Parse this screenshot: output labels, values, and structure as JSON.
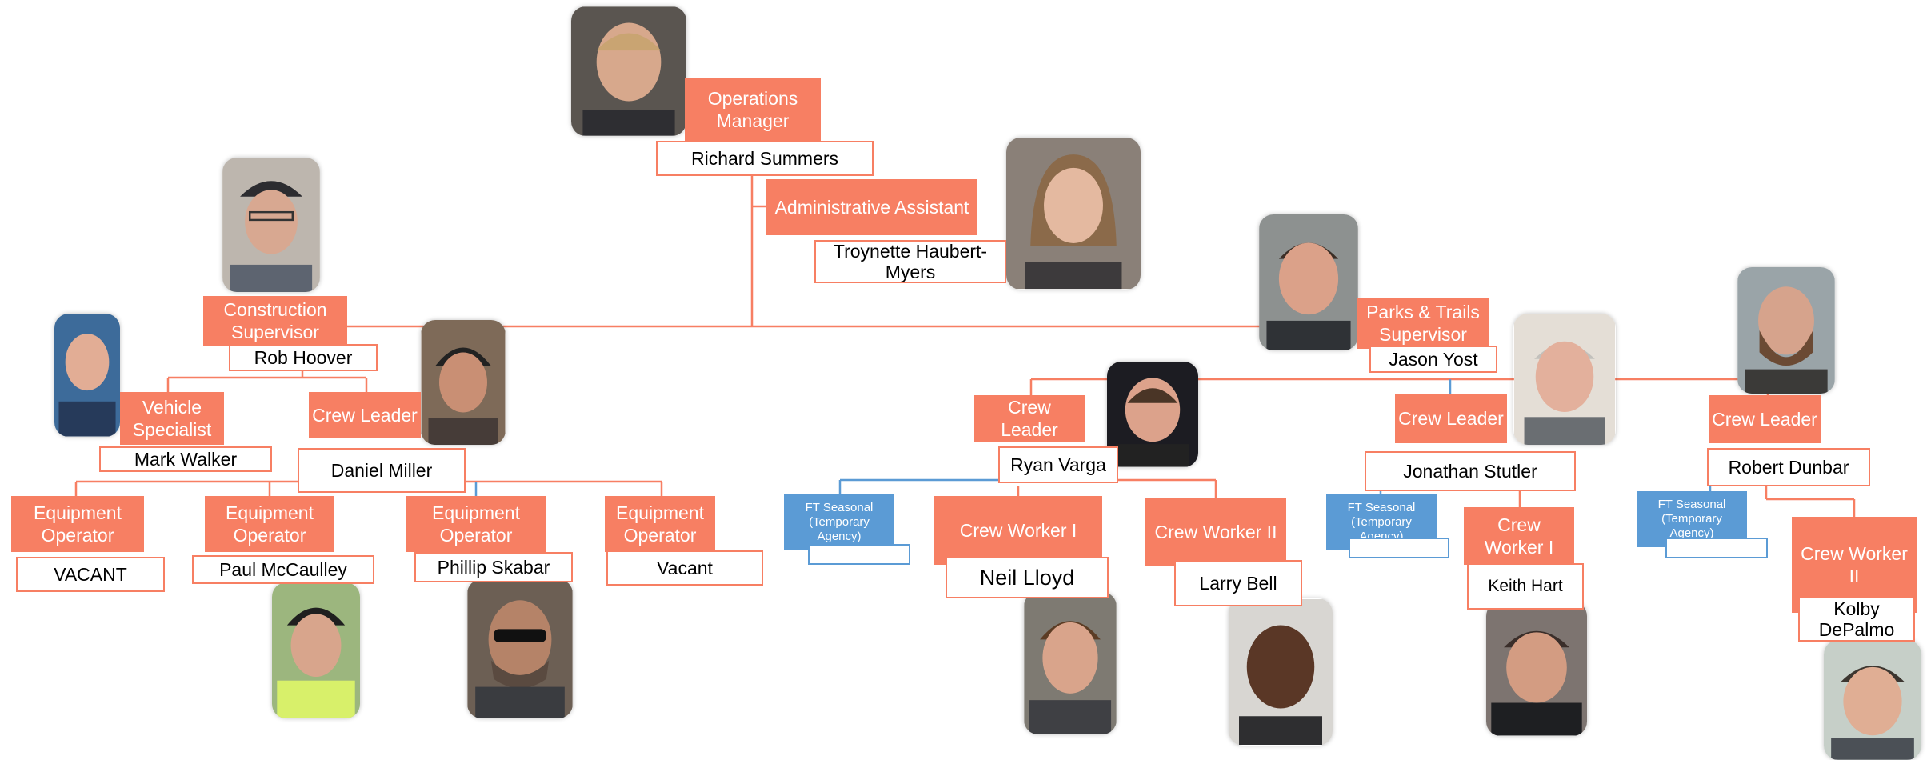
{
  "colors": {
    "title_fill": "#f77f63",
    "name_border": "#f77f63",
    "seasonal_fill": "#5b9bd5",
    "line": "#f77f63",
    "line_blue": "#5b9bd5"
  },
  "chart_data": {
    "type": "diagram",
    "nodes": {
      "ops_manager": {
        "title": "Operations Manager",
        "name": "Richard Summers"
      },
      "admin": {
        "title": "Administrative Assistant",
        "name": "Troynette Haubert-Myers"
      },
      "construction": {
        "title": "Construction Supervisor",
        "name": "Rob Hoover"
      },
      "vehicle": {
        "title": "Vehicle Specialist",
        "name": "Mark Walker"
      },
      "crew_miller": {
        "title": "Crew Leader",
        "name": "Daniel Miller"
      },
      "eq1": {
        "title": "Equipment Operator",
        "name": "VACANT"
      },
      "eq2": {
        "title": "Equipment Operator",
        "name": "Paul McCaulley"
      },
      "eq3": {
        "title": "Equipment Operator",
        "name": "Phillip Skabar"
      },
      "eq4": {
        "title": "Equipment Operator",
        "name": "Vacant"
      },
      "parks": {
        "title": "Parks & Trails Supervisor",
        "name": "Jason Yost"
      },
      "crew_varga": {
        "title": "Crew Leader",
        "name": "Ryan Varga"
      },
      "season1": {
        "title": "FT Seasonal (Temporary Agency)",
        "name": ""
      },
      "cw_lloyd": {
        "title": "Crew Worker I",
        "name": "Neil Lloyd"
      },
      "cw_bell": {
        "title": "Crew Worker II",
        "name": "Larry Bell"
      },
      "crew_stutler": {
        "title": "Crew Leader",
        "name": "Jonathan Stutler"
      },
      "season2": {
        "title": "FT Seasonal (Temporary Agency)",
        "name": ""
      },
      "cw_hart": {
        "title": "Crew Worker I",
        "name": "Keith Hart"
      },
      "crew_dunbar": {
        "title": "Crew Leader",
        "name": "Robert Dunbar"
      },
      "season3": {
        "title": "FT Seasonal (Temporary Agency)",
        "name": ""
      },
      "cw_depalmo": {
        "title": "Crew Worker II",
        "name": "Kolby DePalmo"
      }
    },
    "edges": [
      [
        "ops_manager",
        "admin"
      ],
      [
        "ops_manager",
        "construction"
      ],
      [
        "ops_manager",
        "parks"
      ],
      [
        "construction",
        "vehicle"
      ],
      [
        "construction",
        "crew_miller"
      ],
      [
        "crew_miller",
        "eq1"
      ],
      [
        "crew_miller",
        "eq2"
      ],
      [
        "crew_miller",
        "eq3"
      ],
      [
        "crew_miller",
        "eq4"
      ],
      [
        "parks",
        "crew_varga"
      ],
      [
        "parks",
        "crew_stutler"
      ],
      [
        "parks",
        "crew_dunbar"
      ],
      [
        "crew_varga",
        "season1"
      ],
      [
        "crew_varga",
        "cw_lloyd"
      ],
      [
        "crew_varga",
        "cw_bell"
      ],
      [
        "crew_stutler",
        "season2"
      ],
      [
        "crew_stutler",
        "cw_hart"
      ],
      [
        "crew_dunbar",
        "season3"
      ],
      [
        "crew_dunbar",
        "cw_depalmo"
      ]
    ]
  }
}
